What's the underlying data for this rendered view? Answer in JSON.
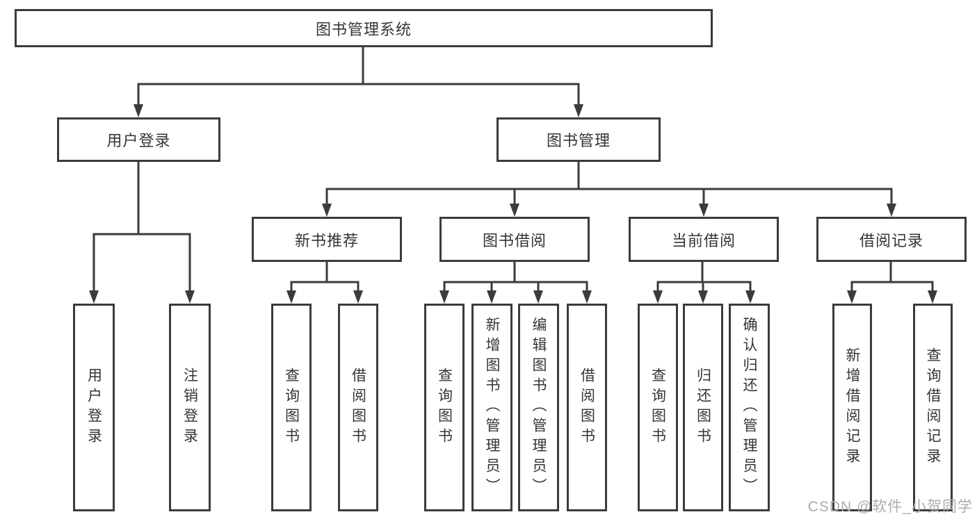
{
  "diagram_title": "图书管理系统",
  "colors": {
    "line": "#3b3b3b",
    "box_border": "#3b3b3b",
    "box_bg": "#ffffff",
    "text": "#353535",
    "watermark": "#adadad"
  },
  "nodes": {
    "root": {
      "label": "图书管理系统"
    },
    "level2": {
      "user_login": {
        "label": "用户登录"
      },
      "book_mgmt": {
        "label": "图书管理"
      }
    },
    "level3": {
      "new_book_rec": {
        "label": "新书推荐"
      },
      "book_borrow": {
        "label": "图书借阅"
      },
      "current_borrow": {
        "label": "当前借阅"
      },
      "borrow_records": {
        "label": "借阅记录"
      }
    },
    "leaves": {
      "user_login": {
        "label": "用户登录"
      },
      "logout": {
        "label": "注销登录"
      },
      "rec_query_books": {
        "label": "查询图书"
      },
      "rec_borrow_books": {
        "label": "借阅图书"
      },
      "bb_query_books": {
        "label": "查询图书"
      },
      "bb_add_books": {
        "label": "新增图书（管理员）"
      },
      "bb_edit_books": {
        "label": "编辑图书（管理员）"
      },
      "bb_borrow_books": {
        "label": "借阅图书"
      },
      "cb_query_books": {
        "label": "查询图书"
      },
      "cb_return_books": {
        "label": "归还图书"
      },
      "cb_confirm_return": {
        "label": "确认归还（管理员）"
      },
      "br_add_record": {
        "label": "新增借阅记录"
      },
      "br_query_record": {
        "label": "查询借阅记录"
      }
    }
  },
  "watermark": "CSDN @软件_小贺同学"
}
